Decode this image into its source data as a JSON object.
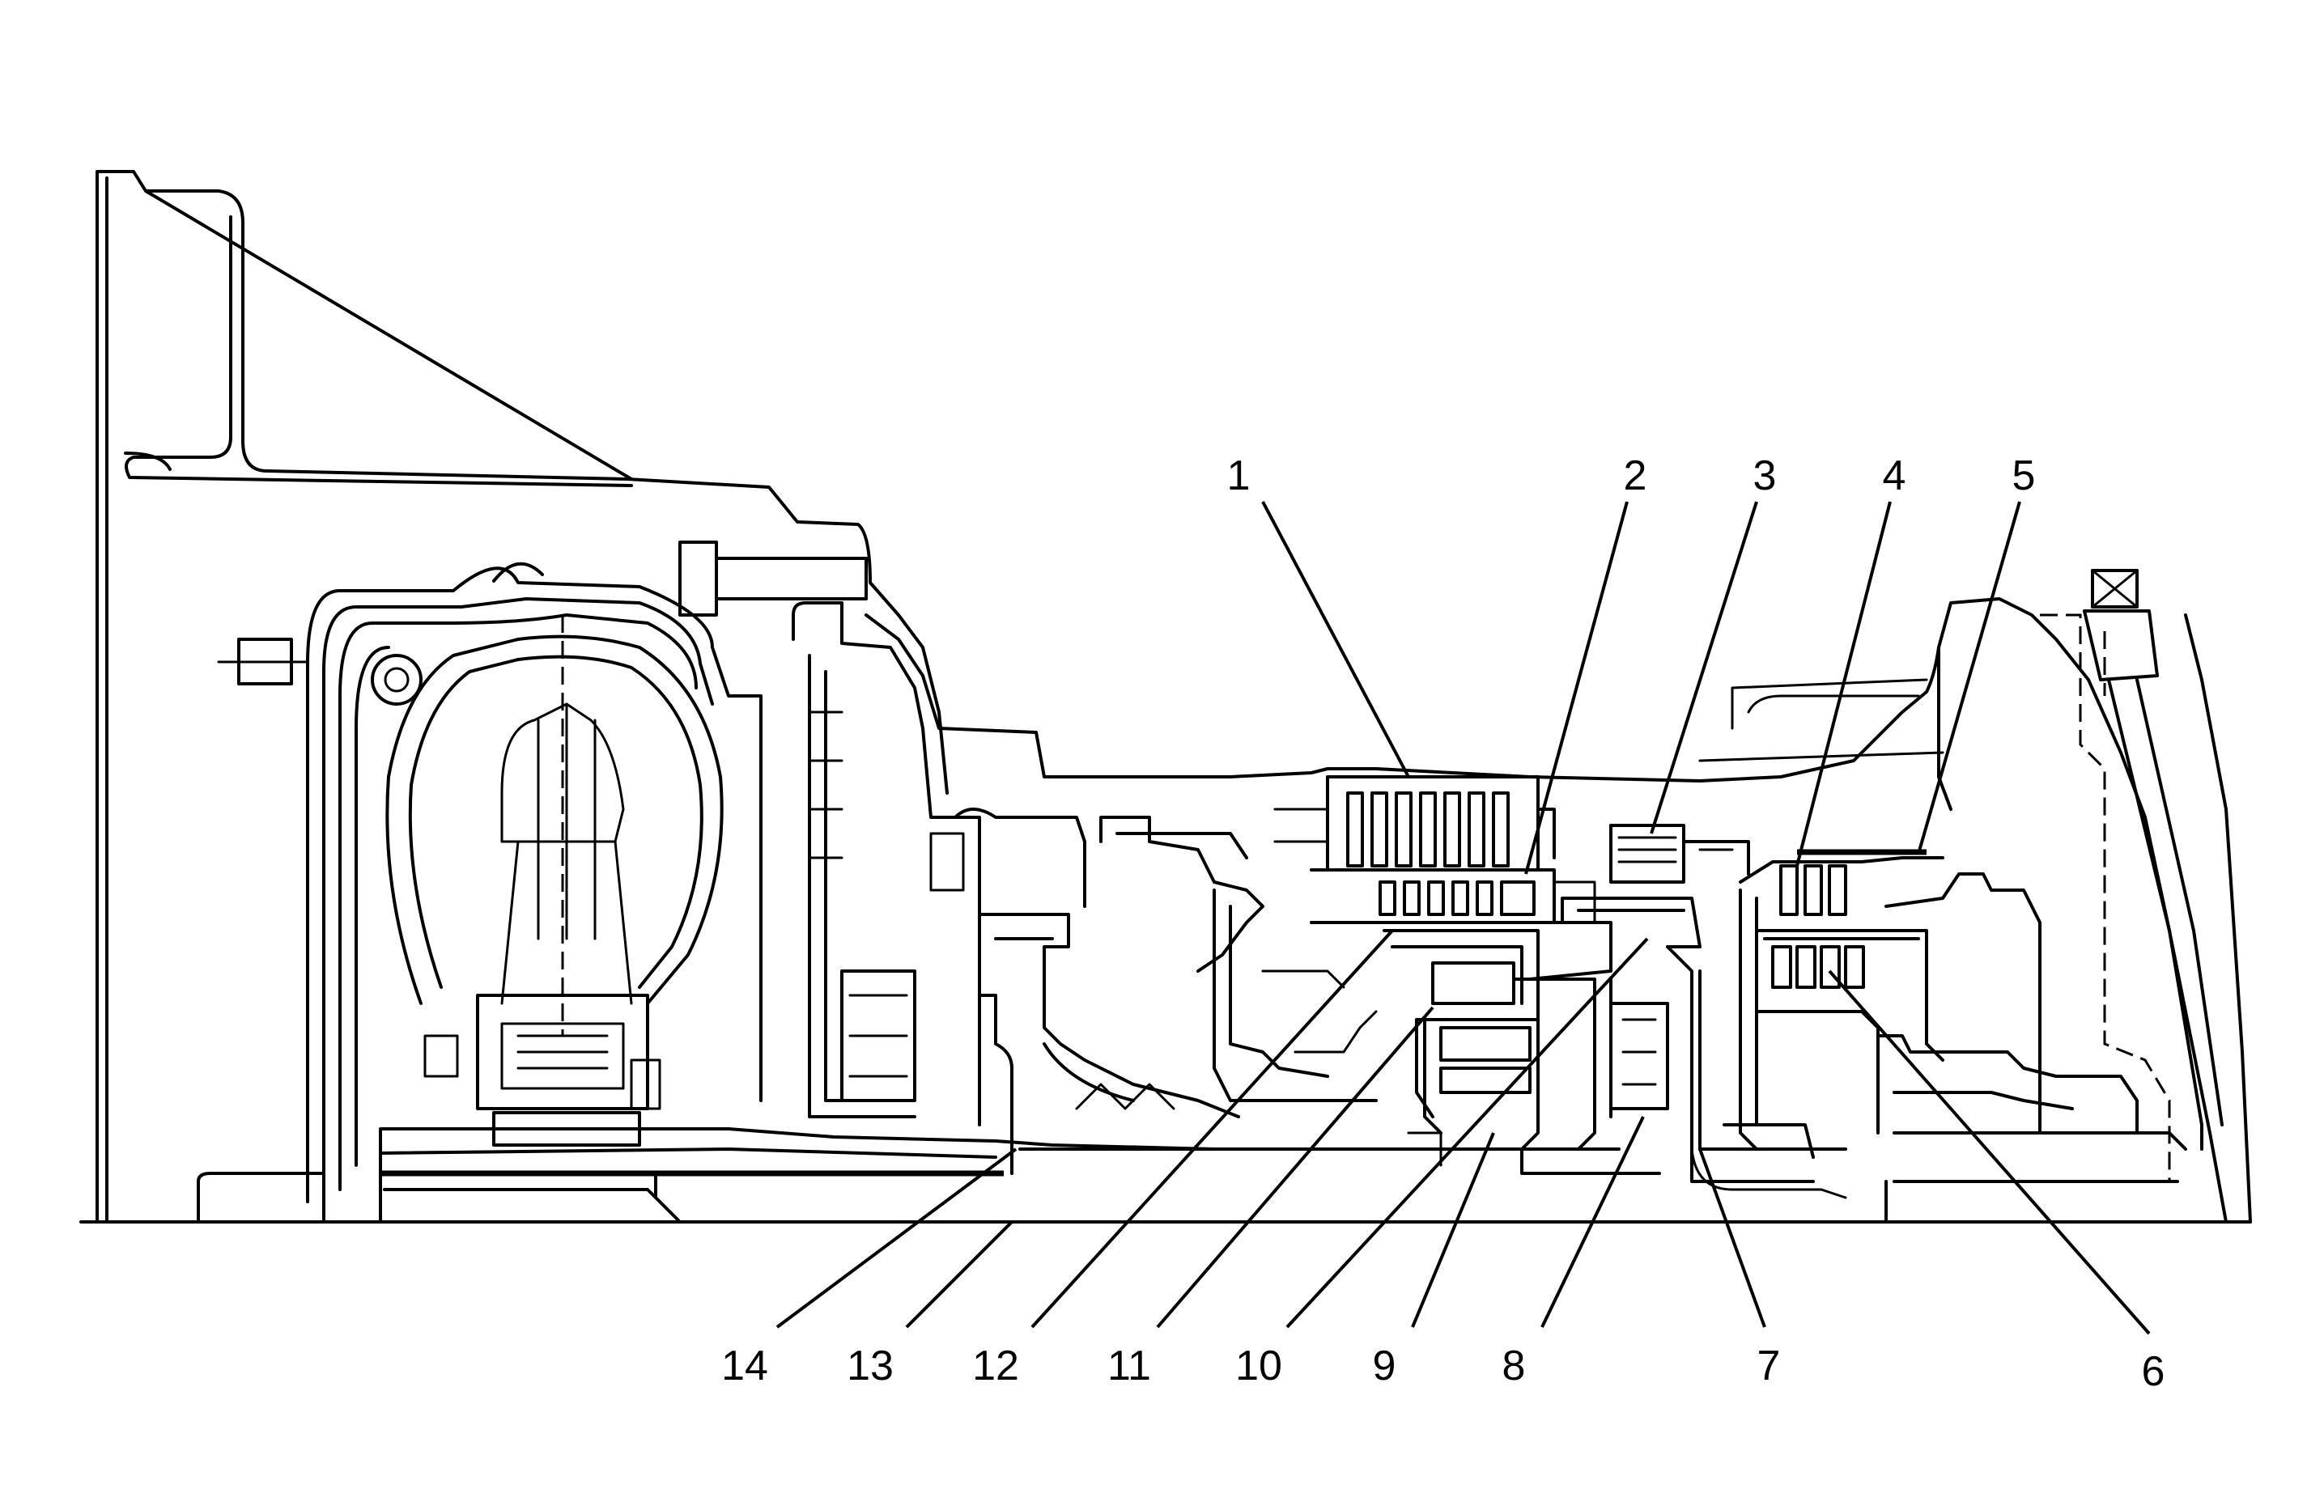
{
  "diagram": {
    "callouts_top": [
      "1",
      "2",
      "3",
      "4",
      "5"
    ],
    "callouts_bottom": [
      "14",
      "13",
      "12",
      "11",
      "10",
      "9",
      "8",
      "7",
      "6"
    ]
  }
}
